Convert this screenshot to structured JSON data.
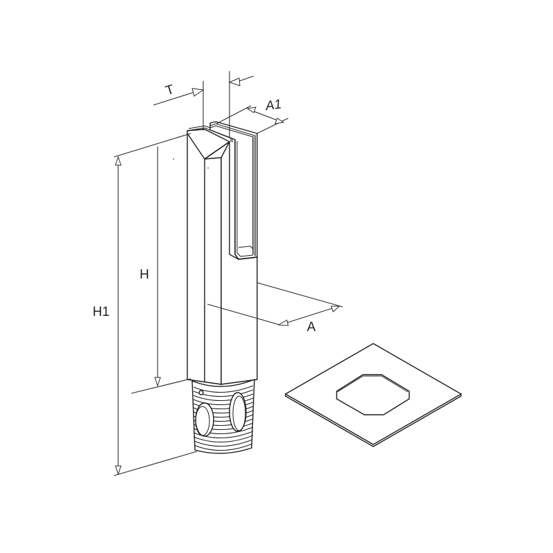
{
  "diagram": {
    "title": "Glass clamp spigot with base cover plate",
    "labels": {
      "T": "T",
      "A1": "A1",
      "H": "H",
      "H1": "H1",
      "A": "A"
    },
    "parts": [
      {
        "id": "spigot-post",
        "description": "Square post with chamfered top"
      },
      {
        "id": "glass-slot",
        "description": "U-shaped glass channel"
      },
      {
        "id": "threaded-base",
        "description": "Threaded anchor base with side windows"
      },
      {
        "id": "cover-plate",
        "description": "Square cover plate with octagonal cutout"
      }
    ],
    "colors": {
      "line": "#1a1a1a",
      "background": "#ffffff",
      "text": "#1d1d1d"
    }
  }
}
